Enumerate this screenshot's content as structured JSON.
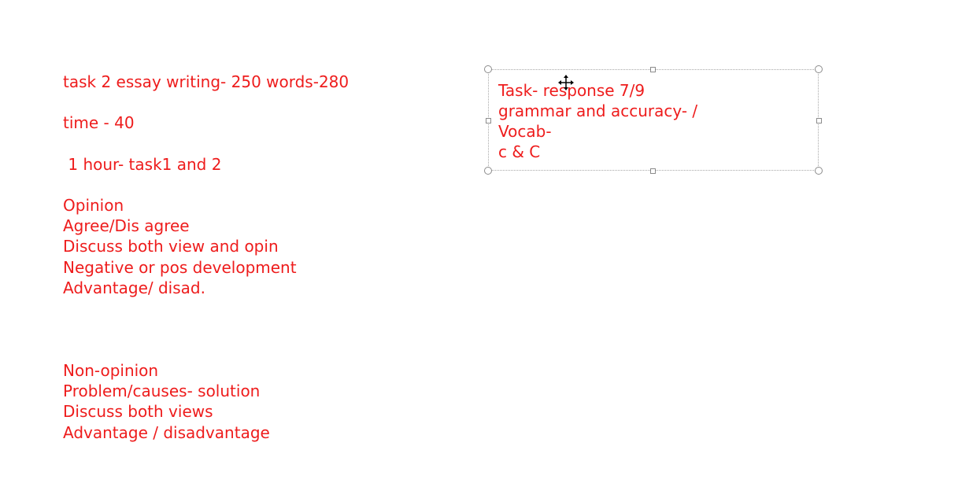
{
  "notes": {
    "task2_line": "task 2 essay writing- 250 words-280",
    "time_line": "time - 40",
    "hour_line": " 1 hour- task1 and 2",
    "opinion_heading": "Opinion",
    "opinion_items": [
      "Agree/Dis agree",
      "Discuss both view and opin",
      "Negative or pos development",
      "Advantage/ disad."
    ],
    "non_opinion_heading": "Non-opinion",
    "non_opinion_items": [
      "Problem/causes- solution",
      "Discuss both views",
      "Advantage / disadvantage"
    ]
  },
  "textbox": {
    "lines": [
      "Task- response 7/9",
      "grammar and accuracy- /",
      "Vocab-",
      "c & C"
    ]
  },
  "colors": {
    "text": "#ee1c1c",
    "selection_border": "#a8a8a8",
    "background": "#ffffff"
  },
  "icons": {
    "cursor": "move-cursor-icon"
  }
}
